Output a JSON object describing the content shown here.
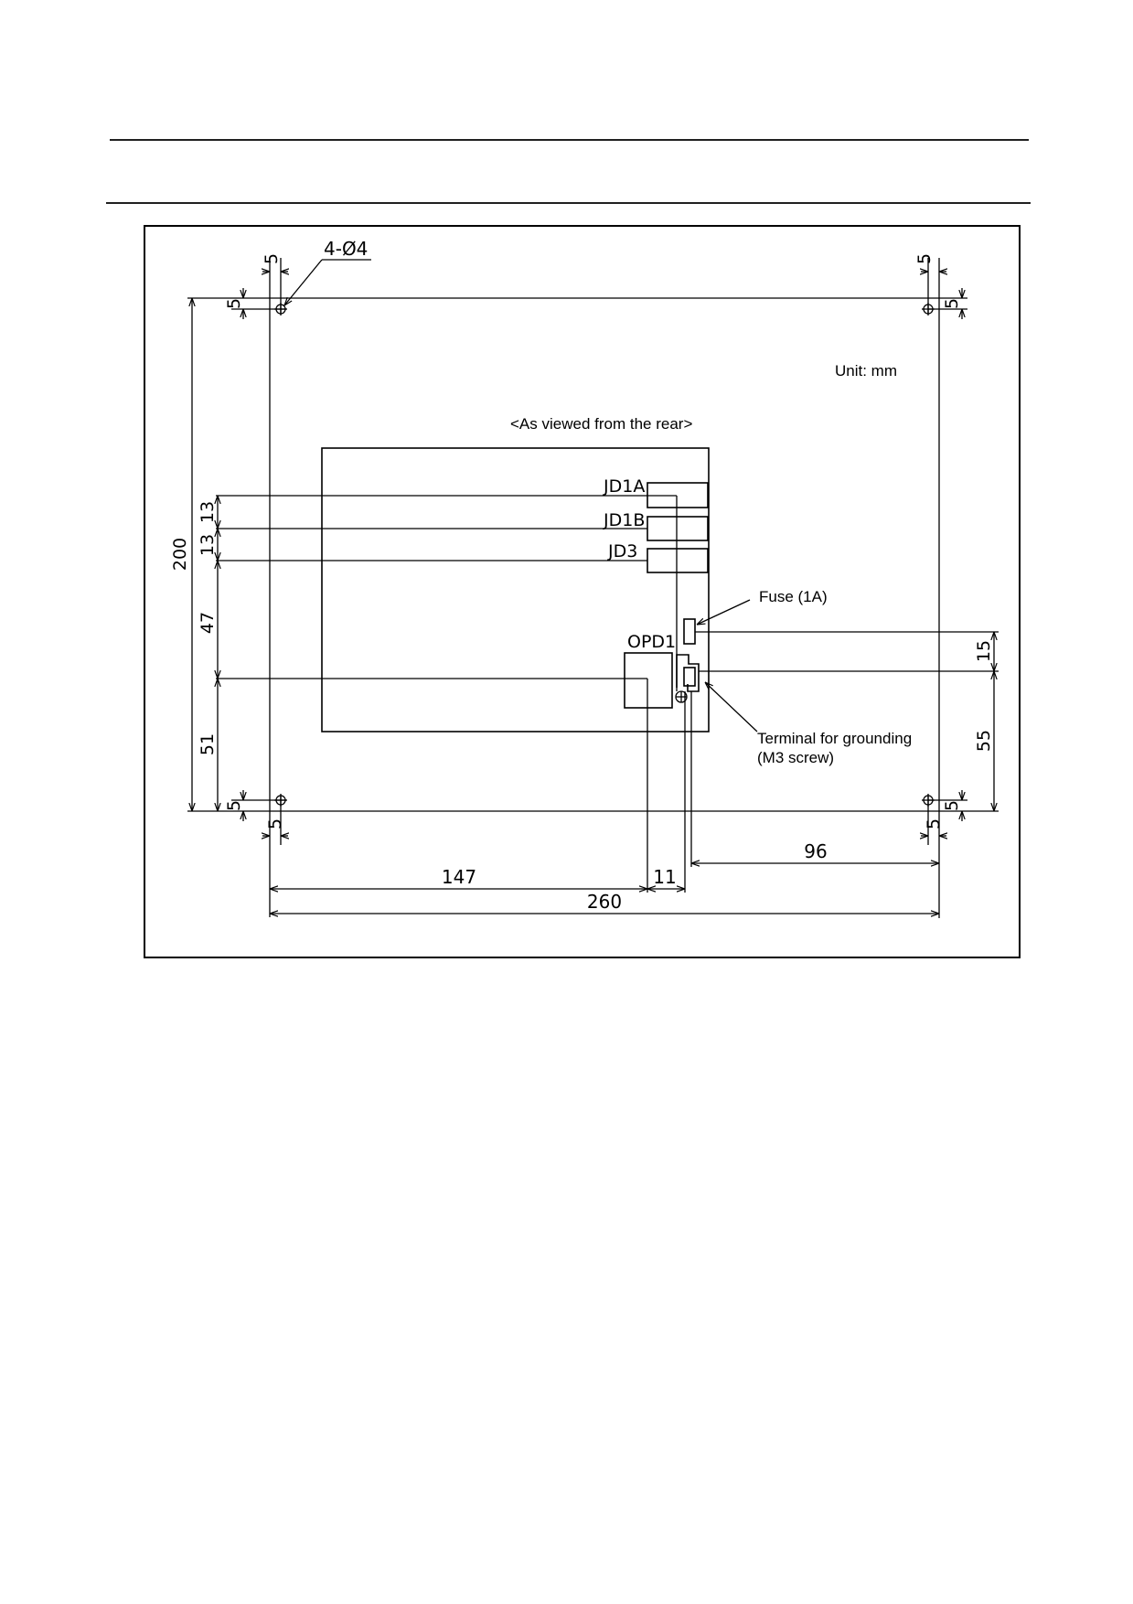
{
  "drawing": {
    "unit_note": "Unit: mm",
    "view_note": "<As viewed from the rear>",
    "hole_callout": "4-Ø4",
    "connectors": {
      "jd1a": "JD1A",
      "jd1b": "JD1B",
      "jd3": "JD3",
      "opd1": "OPD1"
    },
    "callouts": {
      "fuse": "Fuse (1A)",
      "ground_line1": "Terminal for grounding",
      "ground_line2": "(M3 screw)"
    },
    "dimensions": {
      "overall_height": "200",
      "overall_width": "260",
      "jd1a_to_jd1b": "13",
      "jd1b_to_jd3": "13",
      "jd3_to_opd1": "47",
      "opd1_to_bottom": "51",
      "opd1_from_left": "147",
      "opd1_to_ground": "11",
      "ground_to_right": "96",
      "fuse_to_ground": "15",
      "ground_to_bottom": "55",
      "hole_offset_top_left_x": "5",
      "hole_offset_top_left_y": "5",
      "hole_offset_top_right_x": "5",
      "hole_offset_top_right_y": "5",
      "hole_offset_bottom_left_x": "5",
      "hole_offset_bottom_left_y": "5",
      "hole_offset_bottom_right_x": "5",
      "hole_offset_bottom_right_y": "5"
    }
  }
}
